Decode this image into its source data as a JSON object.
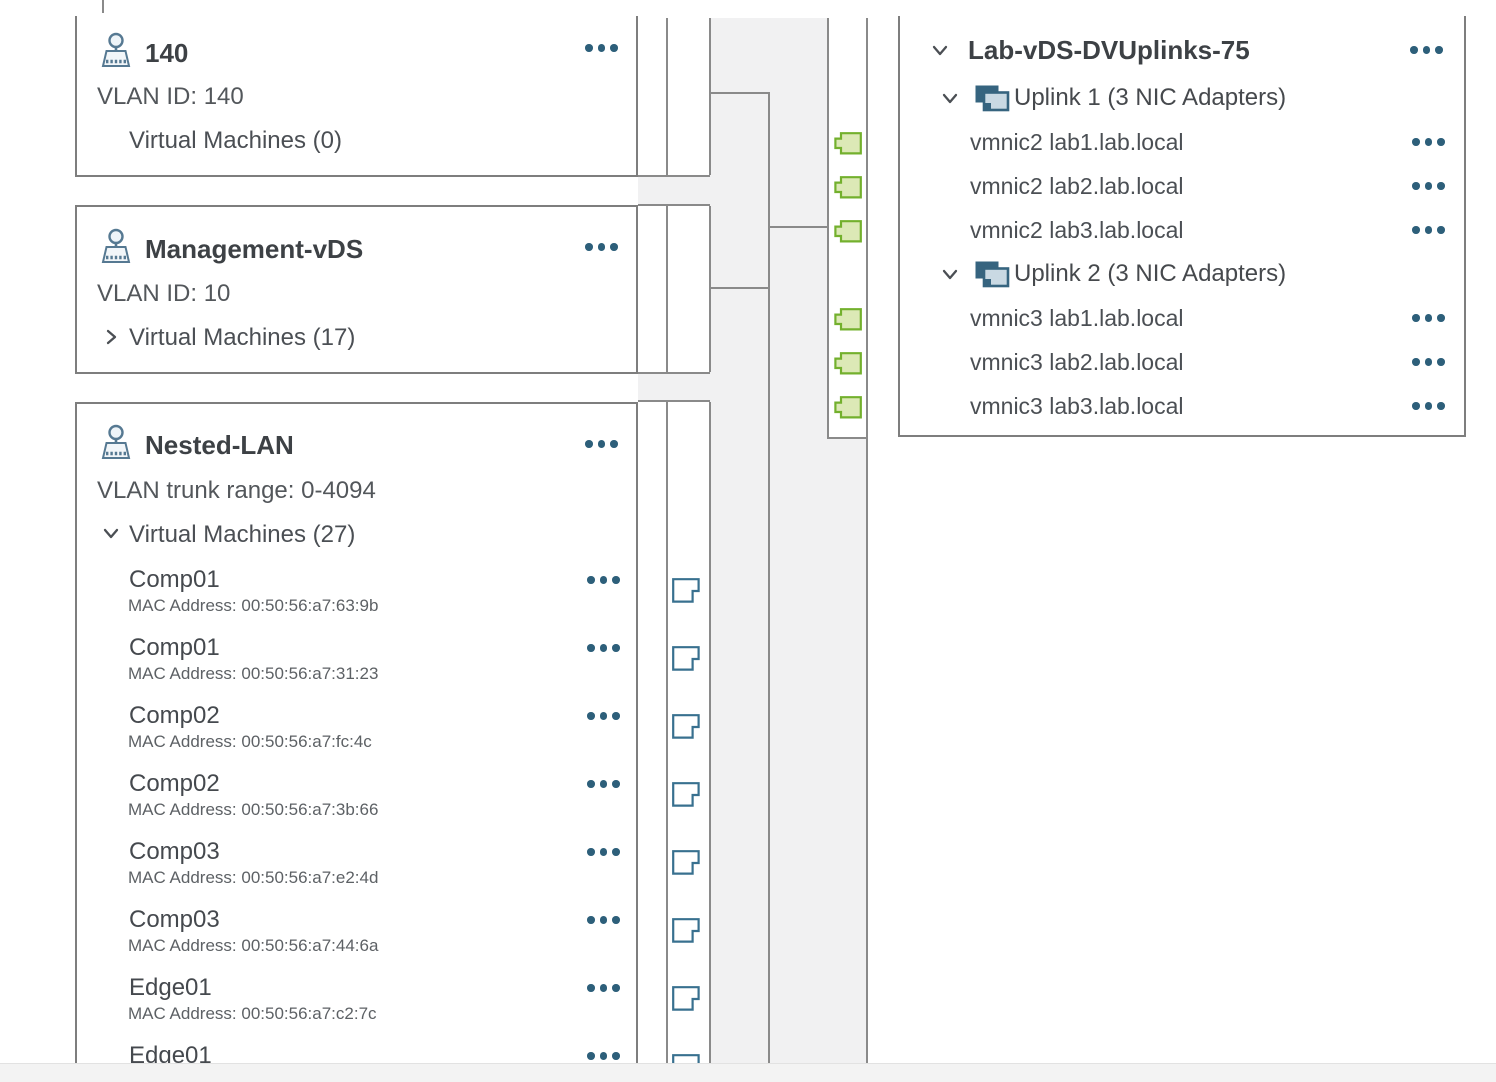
{
  "view": {
    "kind": "distributed-switch-topology",
    "bottom_scrollbar": true
  },
  "colors": {
    "connector_line": "#8a8a8a",
    "connector_fill": "#f1f1f2",
    "menu_dots": "#2d5f7a",
    "nic_fill": "#dce9b6",
    "nic_border": "#73b02d",
    "vm_port_border": "#38708f",
    "icon_blue": "#567992"
  },
  "portgroups": [
    {
      "name": "140",
      "vlan_label": "VLAN ID: 140",
      "vm_label": "Virtual Machines (0)",
      "chevron": "none"
    },
    {
      "name": "Management-vDS",
      "vlan_label": "VLAN ID: 10",
      "vm_label": "Virtual Machines (17)",
      "chevron": "right"
    },
    {
      "name": "Nested-LAN",
      "vlan_label": "VLAN trunk range: 0-4094",
      "vm_label": "Virtual Machines (27)",
      "chevron": "down",
      "vms": [
        {
          "name": "Comp01",
          "mac": "MAC Address: 00:50:56:a7:63:9b"
        },
        {
          "name": "Comp01",
          "mac": "MAC Address: 00:50:56:a7:31:23"
        },
        {
          "name": "Comp02",
          "mac": "MAC Address: 00:50:56:a7:fc:4c"
        },
        {
          "name": "Comp02",
          "mac": "MAC Address: 00:50:56:a7:3b:66"
        },
        {
          "name": "Comp03",
          "mac": "MAC Address: 00:50:56:a7:e2:4d"
        },
        {
          "name": "Comp03",
          "mac": "MAC Address: 00:50:56:a7:44:6a"
        },
        {
          "name": "Edge01",
          "mac": "MAC Address: 00:50:56:a7:c2:7c"
        },
        {
          "name": "Edge01",
          "mac": ""
        }
      ]
    }
  ],
  "uplink_panel": {
    "title": "Lab-vDS-DVUplinks-75",
    "groups": [
      {
        "label": "Uplink 1 (3 NIC Adapters)",
        "nics": [
          "vmnic2 lab1.lab.local",
          "vmnic2 lab2.lab.local",
          "vmnic2 lab3.lab.local"
        ]
      },
      {
        "label": "Uplink 2 (3 NIC Adapters)",
        "nics": [
          "vmnic3 lab1.lab.local",
          "vmnic3 lab2.lab.local",
          "vmnic3 lab3.lab.local"
        ]
      }
    ]
  }
}
